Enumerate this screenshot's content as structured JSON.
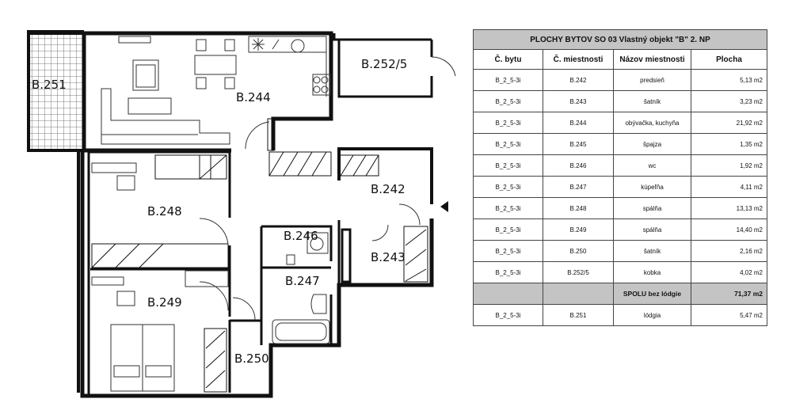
{
  "rooms": {
    "b251": "B.251",
    "b244": "B.244",
    "b252_5": "B.252/5",
    "b248": "B.248",
    "b242": "B.242",
    "b246": "B.246",
    "b243": "B.243",
    "b247": "B.247",
    "b249": "B.249",
    "b250": "B.250"
  },
  "table": {
    "title": "PLOCHY BYTOV SO 03   Vlastný objekt \"B\"   2. NP",
    "headers": [
      "Č. bytu",
      "Č. miestnosti",
      "Názov miestnosti",
      "Plocha"
    ],
    "rows": [
      [
        "B_2_5-3i",
        "B.242",
        "predsieň",
        "5,13  m2"
      ],
      [
        "B_2_5-3i",
        "B.243",
        "šatník",
        "3,23  m2"
      ],
      [
        "B_2_5-3i",
        "B.244",
        "obývačka, kuchyňa",
        "21,92  m2"
      ],
      [
        "B_2_5-3i",
        "B.245",
        "špajza",
        "1,35  m2"
      ],
      [
        "B_2_5-3i",
        "B.246",
        "wc",
        "1,92  m2"
      ],
      [
        "B_2_5-3i",
        "B.247",
        "kúpeľňa",
        "4,11  m2"
      ],
      [
        "B_2_5-3i",
        "B.248",
        "spálňa",
        "13,13  m2"
      ],
      [
        "B_2_5-3i",
        "B.249",
        "spálňa",
        "14,40  m2"
      ],
      [
        "B_2_5-3i",
        "B.250",
        "šatník",
        "2,16  m2"
      ],
      [
        "B_2_5-3i",
        "B.252/5",
        "kobka",
        "4,02  m2"
      ]
    ],
    "total": [
      "",
      "",
      "SPOLU bez lódgie",
      "71,37  m2"
    ],
    "loggia": [
      "B_2_5-3i",
      "B.251",
      "lódgia",
      "5,47  m2"
    ]
  }
}
